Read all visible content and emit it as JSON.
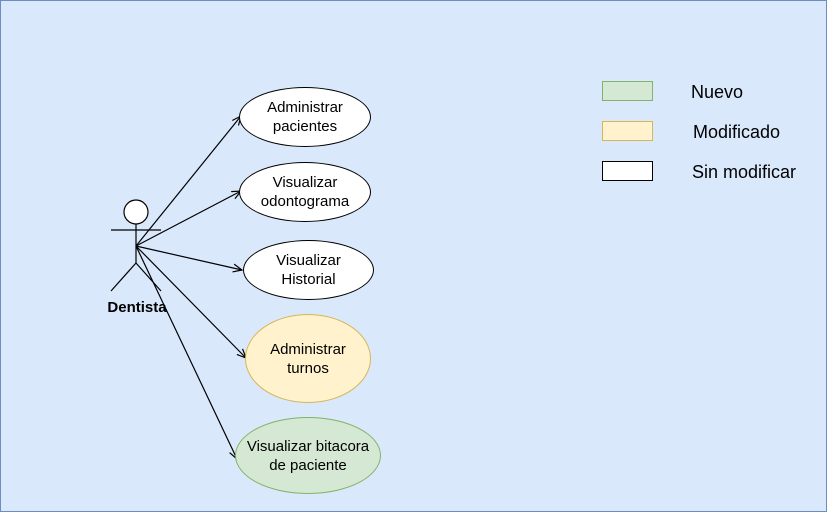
{
  "actor": {
    "label": "Dentista"
  },
  "use_cases": [
    {
      "text": "Administrar\npacientes",
      "status": "Sin modificar"
    },
    {
      "text": "Visualizar\nodontograma",
      "status": "Sin modificar"
    },
    {
      "text": "Visualizar\nHistorial",
      "status": "Sin modificar"
    },
    {
      "text": "Administrar\nturnos",
      "status": "Modificado"
    },
    {
      "text": "Visualizar bitacora\nde paciente",
      "status": "Nuevo"
    }
  ],
  "legend": [
    {
      "label": "Nuevo",
      "fill": "#d5e8d4",
      "stroke": "#82b366"
    },
    {
      "label": "Modificado",
      "fill": "#fff2cc",
      "stroke": "#d6b656"
    },
    {
      "label": "Sin modificar",
      "fill": "#ffffff",
      "stroke": "#000000"
    }
  ],
  "colors": {
    "background": "#dae8fc",
    "border": "#6c8ebf"
  }
}
